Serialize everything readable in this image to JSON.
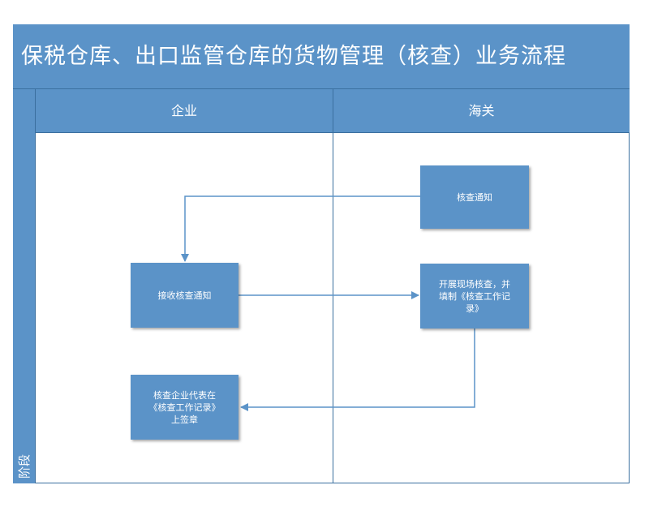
{
  "diagram": {
    "title": "保税仓库、出口监管仓库的货物管理（核查）业务流程",
    "phase_label": "阶段",
    "lanes": {
      "enterprise": "企业",
      "customs": "海关"
    },
    "nodes": {
      "inspection_notice": "核查通知",
      "receive_notice": "接收核查通知",
      "onsite_inspection": "开展现场核查，并\n填制《核查工作记\n录》",
      "enterprise_sign": "核查企业代表在\n《核查工作记录》\n上签章"
    },
    "colors": {
      "header_fill": "#5b93c8",
      "node_fill": "#5b93c8",
      "line": "#5b93c8",
      "border": "#3a6f9f"
    }
  }
}
